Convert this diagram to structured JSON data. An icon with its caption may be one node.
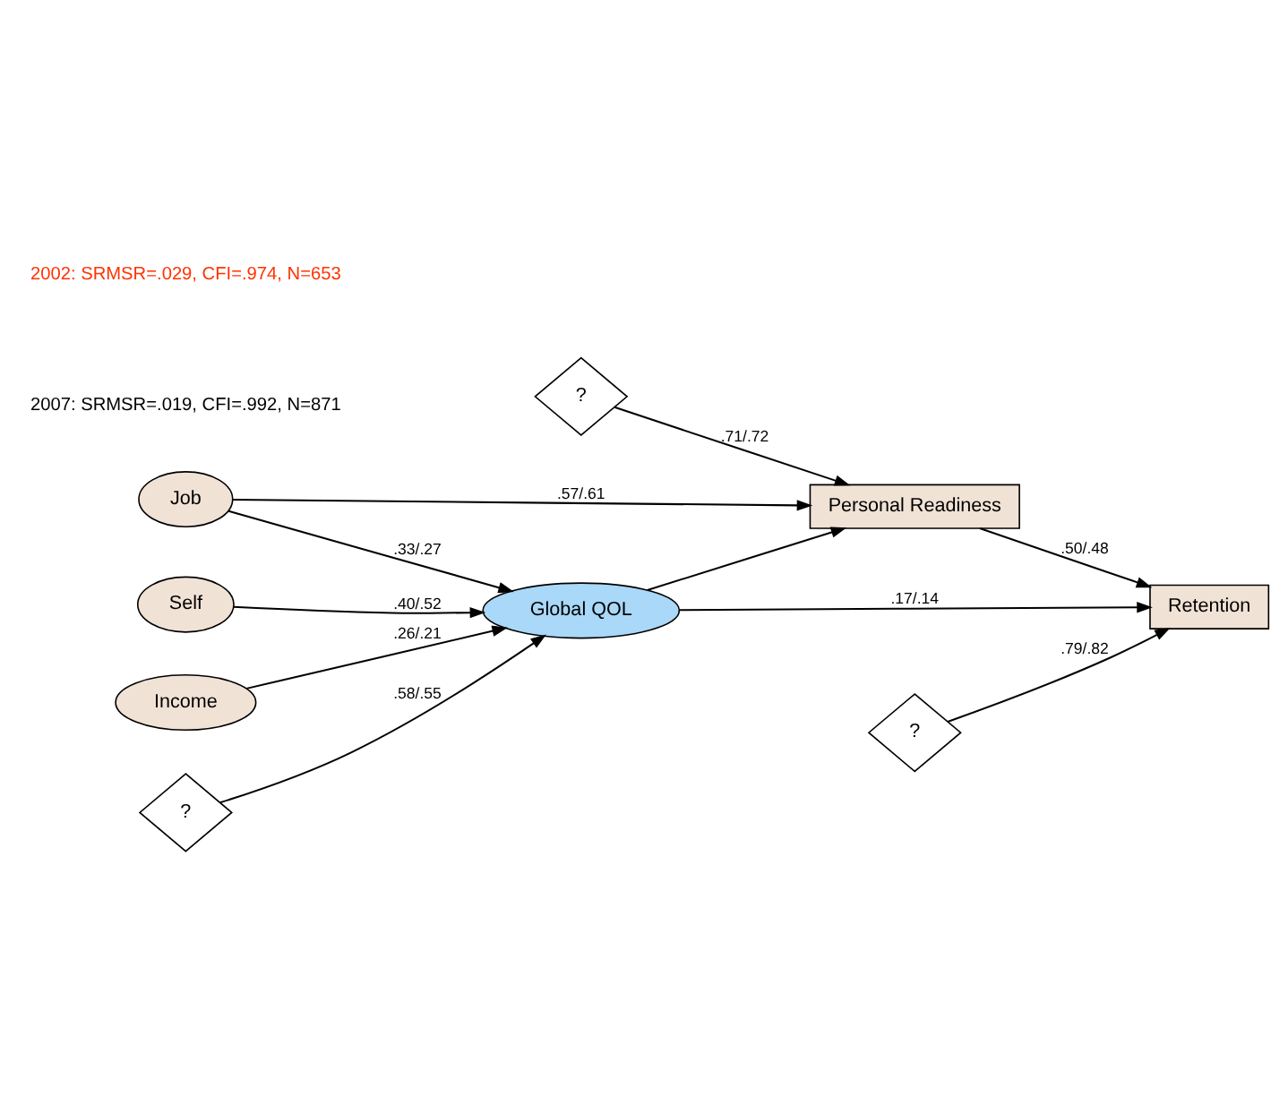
{
  "diagram": {
    "nodes": [
      {
        "text": [
          "?"
        ]
      },
      {
        "text": [
          "Job"
        ]
      },
      {
        "text": [
          "Personal Readiness"
        ]
      },
      {
        "text": [
          "Self"
        ]
      },
      {
        "text": [
          "Global QOL"
        ]
      },
      {
        "text": [
          "Income"
        ]
      },
      {
        "text": [
          "?"
        ]
      },
      {
        "text": [
          "Retention"
        ]
      },
      {
        "text": [
          "?"
        ]
      }
    ],
    "edges": [
      {
        "from": 0,
        "to": 2,
        "arrow": "to",
        "label": ".71/.72"
      },
      {
        "from": 1,
        "to": 2,
        "arrow": "to",
        "label": ".57/.61"
      },
      {
        "from": 1,
        "to": 4,
        "arrow": "to",
        "label": ".33/.27"
      },
      {
        "from": 3,
        "to": 4,
        "arrow": "to",
        "label": ".40/.52"
      },
      {
        "from": 5,
        "to": 4,
        "arrow": "to",
        "label": ".26/.21"
      },
      {
        "from": 6,
        "to": 4,
        "arrow": "to",
        "label": ".58/.55"
      },
      {
        "from": 4,
        "to": 2,
        "arrow": "to"
      },
      {
        "from": 4,
        "to": 7,
        "arrow": "to",
        "label": ".17/.14"
      },
      {
        "from": 2,
        "to": 7,
        "arrow": "to",
        "label": ".50/.48"
      },
      {
        "from": 8,
        "to": 7,
        "arrow": "to",
        "label": ".79/.82"
      }
    ],
    "labels": [
      "2002: SRMSR=.029, CFI=.974, N=653",
      "2007: SRMSR=.019, CFI=.992, N=871"
    ]
  }
}
